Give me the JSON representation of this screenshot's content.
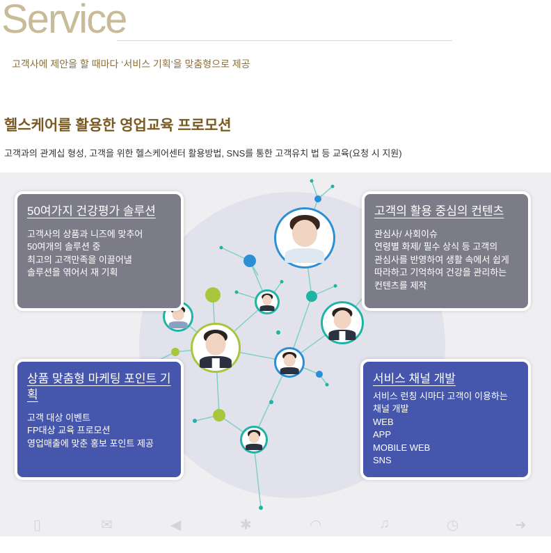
{
  "header": {
    "title": "Service",
    "subtitle": "고객사에 제안을 할 때마다 ‘서비스 기획’을 맞춤형으로 제공"
  },
  "section": {
    "title": "헬스케어를 활용한 영업교육 프로모션",
    "description": "고객과의 관계십 형성, 고객을 위한 헬스케어센터 활용방법, SNS를 통한 고객유치 법 등 교육(요청 시 지원)"
  },
  "cards": {
    "c1": {
      "title": "50여가지 건강평가 솔루션",
      "lines": [
        "고객사의 상품과 니즈에 맞추어",
        "50여개의 솔루션 중",
        "최고의 고객만족을 이끌어낼",
        "솔루션을 엮어서 재 기획"
      ]
    },
    "c2": {
      "title": "고객의 활용 중심의 컨텐츠",
      "lines": [
        "관심사/ 사회이슈",
        "연령별 화제/ 필수 상식 등 고객의",
        "관심사를 반영하여 생활 속에서 쉽게",
        "따라하고 기억하여 건강을 관리하는",
        "컨텐츠를 제작"
      ]
    },
    "c3": {
      "title": "상품 맞춤형 마케팅 포인트 기획",
      "lines": [
        "고객 대상 이벤트",
        "FP대상 교육 프로모션",
        "영업매출에 맞춘 홍보 포인트 제공"
      ]
    },
    "c4": {
      "title": "서비스 채널 개발",
      "lines": [
        "서비스 런칭 시마다 고객이 이용하는",
        "채널 개발",
        "WEB",
        "APP",
        "MOBILE WEB",
        "SNS"
      ]
    }
  },
  "colors": {
    "gray_card": "#7c7b88",
    "blue_card": "#4556ac",
    "node_blue": "#2b8fd6",
    "node_green": "#a8c63a",
    "node_teal": "#1fb3a4",
    "line": "#7fd0c6"
  },
  "icons": [
    "phone-icon",
    "mail-icon",
    "arrow-left-icon",
    "gear-icon",
    "wifi-icon",
    "music-icon",
    "clock-icon",
    "arrow-right-icon"
  ]
}
